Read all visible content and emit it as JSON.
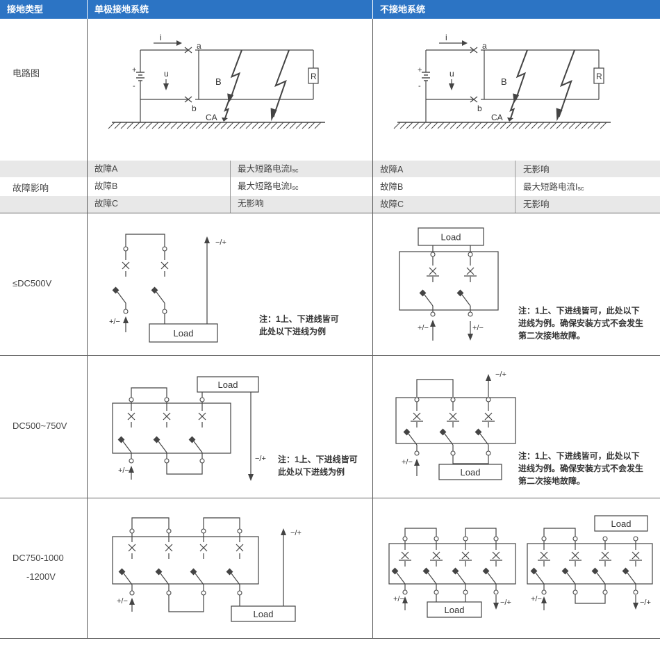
{
  "header": {
    "col1": "接地类型",
    "col2": "单极接地系统",
    "col3": "不接地系统"
  },
  "rows": {
    "circuit": "电路图",
    "fault": "故障影响",
    "dc500": "≤DC500V",
    "dc750": "DC500~750V",
    "dc1000_line1": "DC750-1000",
    "dc1000_line2": "-1200V"
  },
  "fault_table": {
    "single": [
      {
        "fault": "故障A",
        "effect": "最大短路电流I",
        "sub": "sc"
      },
      {
        "fault": "故障B",
        "effect": "最大短路电流I",
        "sub": "sc"
      },
      {
        "fault": "故障C",
        "effect": "无影响",
        "sub": ""
      }
    ],
    "ungrounded": [
      {
        "fault": "故障A",
        "effect": "无影响",
        "sub": ""
      },
      {
        "fault": "故障B",
        "effect": "最大短路电流I",
        "sub": "sc"
      },
      {
        "fault": "故障C",
        "effect": "无影响",
        "sub": ""
      }
    ]
  },
  "circuit_labels": {
    "current": "i",
    "voltage": "u",
    "a": "a",
    "b": "b",
    "B": "B",
    "CA": "CA",
    "R": "R",
    "plus": "+",
    "minus": "-"
  },
  "load": "Load",
  "plus_minus": "+/−",
  "minus_plus": "−/+",
  "notes": {
    "single_line1": "注：1上、下进线皆可",
    "single_line2": "此处以下进线为例",
    "ungrounded_line1": "注：1上、下进线皆可，此处以下",
    "ungrounded_line2": "进线为例。确保安装方式不会发生",
    "ungrounded_line3": "第二次接地故障。"
  }
}
